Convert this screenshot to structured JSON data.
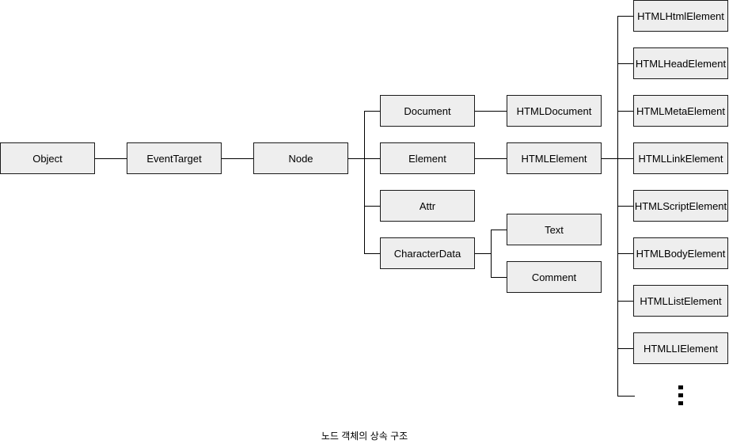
{
  "caption": "노드 객체의 상속 구조",
  "colors": {
    "background": "#ffffff",
    "box_fill": "#eeeeee",
    "box_border": "#1a1a1a",
    "connector": "#000000"
  },
  "icons": {
    "more": "vertical-ellipsis-icon"
  },
  "nodes": {
    "object": {
      "label": "Object"
    },
    "event_target": {
      "label": "EventTarget"
    },
    "node": {
      "label": "Node"
    },
    "document": {
      "label": "Document"
    },
    "element": {
      "label": "Element"
    },
    "attr": {
      "label": "Attr"
    },
    "character_data": {
      "label": "CharacterData"
    },
    "html_document": {
      "label": "HTMLDocument"
    },
    "html_element": {
      "label": "HTMLElement"
    },
    "text": {
      "label": "Text"
    },
    "comment": {
      "label": "Comment"
    },
    "html_html_element": {
      "label": "HTMLHtmlElement"
    },
    "html_head_element": {
      "label": "HTMLHeadElement"
    },
    "html_meta_element": {
      "label": "HTMLMetaElement"
    },
    "html_link_element": {
      "label": "HTMLLinkElement"
    },
    "html_script_element": {
      "label": "HTMLScriptElement"
    },
    "html_body_element": {
      "label": "HTMLBodyElement"
    },
    "html_list_element": {
      "label": "HTMLListElement"
    },
    "html_li_element": {
      "label": "HTMLLIElement"
    }
  },
  "edges": [
    [
      "Object",
      "EventTarget"
    ],
    [
      "EventTarget",
      "Node"
    ],
    [
      "Node",
      "Document"
    ],
    [
      "Node",
      "Element"
    ],
    [
      "Node",
      "Attr"
    ],
    [
      "Node",
      "CharacterData"
    ],
    [
      "Document",
      "HTMLDocument"
    ],
    [
      "Element",
      "HTMLElement"
    ],
    [
      "CharacterData",
      "Text"
    ],
    [
      "CharacterData",
      "Comment"
    ],
    [
      "HTMLElement",
      "HTMLHtmlElement"
    ],
    [
      "HTMLElement",
      "HTMLHeadElement"
    ],
    [
      "HTMLElement",
      "HTMLMetaElement"
    ],
    [
      "HTMLElement",
      "HTMLLinkElement"
    ],
    [
      "HTMLElement",
      "HTMLScriptElement"
    ],
    [
      "HTMLElement",
      "HTMLBodyElement"
    ],
    [
      "HTMLElement",
      "HTMLListElement"
    ],
    [
      "HTMLElement",
      "HTMLLIElement"
    ],
    [
      "HTMLElement",
      "…"
    ]
  ]
}
